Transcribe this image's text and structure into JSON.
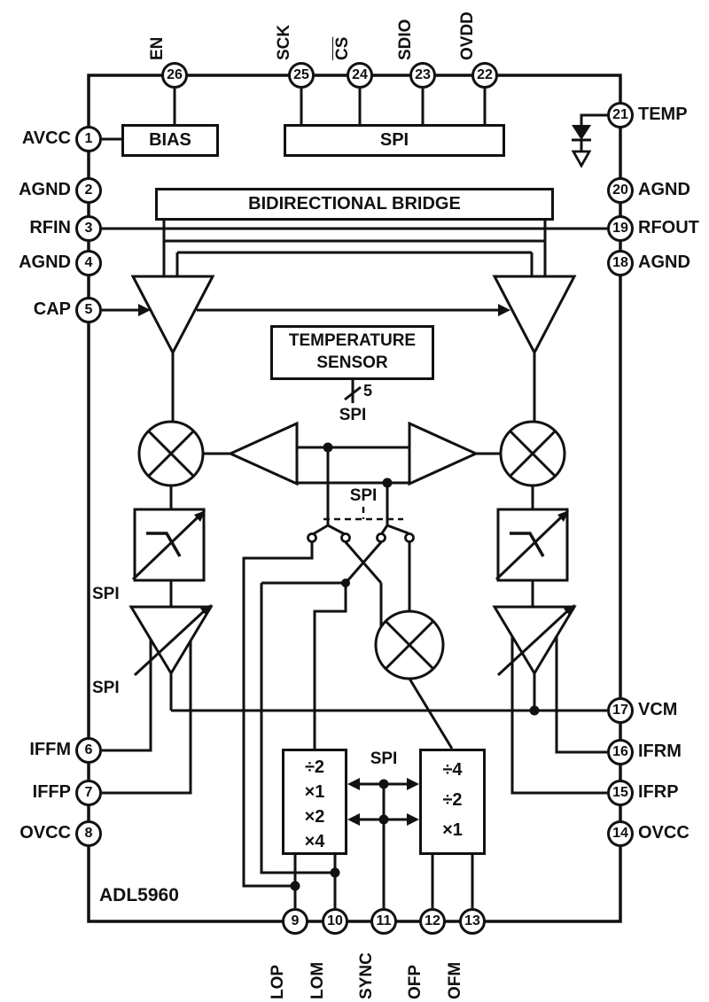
{
  "chip": {
    "name": "ADL5960"
  },
  "pins": {
    "top": [
      {
        "num": "26",
        "label": "EN"
      },
      {
        "num": "25",
        "label": "SCK"
      },
      {
        "num": "24",
        "label": "CS"
      },
      {
        "num": "23",
        "label": "SDIO"
      },
      {
        "num": "22",
        "label": "OVDD"
      }
    ],
    "left": [
      {
        "num": "1",
        "label": "AVCC"
      },
      {
        "num": "2",
        "label": "AGND"
      },
      {
        "num": "3",
        "label": "RFIN"
      },
      {
        "num": "4",
        "label": "AGND"
      },
      {
        "num": "5",
        "label": "CAP"
      },
      {
        "num": "6",
        "label": "IFFM"
      },
      {
        "num": "7",
        "label": "IFFP"
      },
      {
        "num": "8",
        "label": "OVCC"
      }
    ],
    "right": [
      {
        "num": "21",
        "label": "TEMP"
      },
      {
        "num": "20",
        "label": "AGND"
      },
      {
        "num": "19",
        "label": "RFOUT"
      },
      {
        "num": "18",
        "label": "AGND"
      },
      {
        "num": "17",
        "label": "VCM"
      },
      {
        "num": "16",
        "label": "IFRM"
      },
      {
        "num": "15",
        "label": "IFRP"
      },
      {
        "num": "14",
        "label": "OVCC"
      }
    ],
    "bottom": [
      {
        "num": "9",
        "label": "LOP"
      },
      {
        "num": "10",
        "label": "LOM"
      },
      {
        "num": "11",
        "label": "SYNC"
      },
      {
        "num": "12",
        "label": "OFP"
      },
      {
        "num": "13",
        "label": "OFM"
      }
    ]
  },
  "blocks": {
    "bias": "BIAS",
    "spi": "SPI",
    "bridge": "BIDIRECTIONAL BRIDGE",
    "temp_sensor_line1": "TEMPERATURE",
    "temp_sensor_line2": "SENSOR",
    "lo_divider": [
      "÷2",
      "×1",
      "×2",
      "×4"
    ],
    "offset_divider": [
      "÷4",
      "÷2",
      "×1"
    ]
  },
  "annotations": {
    "spi": "SPI",
    "bus_width": "5"
  }
}
